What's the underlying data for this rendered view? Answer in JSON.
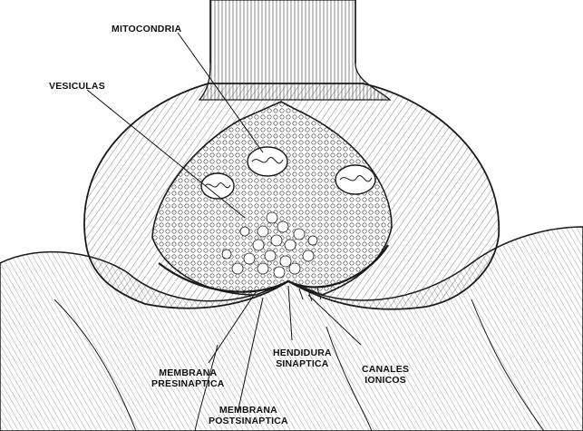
{
  "labels": {
    "mitocondria": "MITOCONDRIA",
    "vesiculas": "VESICULAS",
    "membrana_presinaptica": [
      "MEMBRANA",
      "PRESINAPTICA"
    ],
    "membrana_postsinaptica": [
      "MEMBRANA",
      "POSTSINAPTICA"
    ],
    "hendidura_sinaptica": [
      "HENDIDURA",
      "SINAPTICA"
    ],
    "canales_ionicos": [
      "CANALES",
      "IONICOS"
    ]
  },
  "colors": {
    "ink": "#1a1a1a",
    "background": "#ffffff"
  }
}
